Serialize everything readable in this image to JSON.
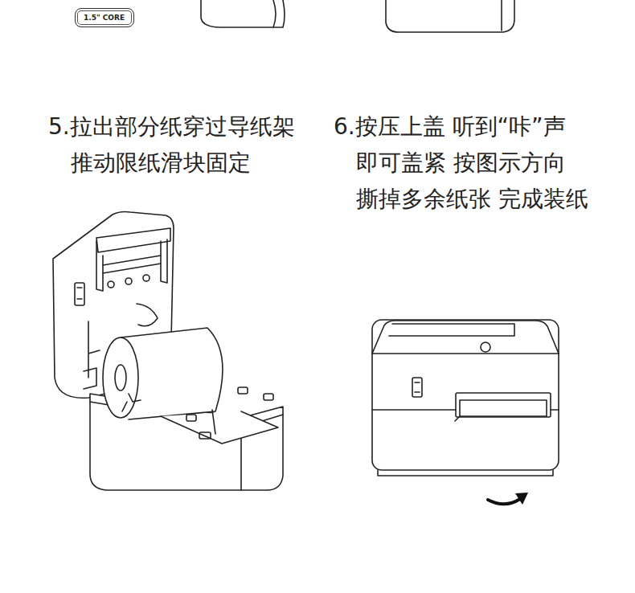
{
  "diagram": {
    "nodes": [
      {
        "text": [
          "1.5\" CORE"
        ]
      }
    ],
    "labels": [
      "5.拉出部分纸穿过导纸架 推动限纸滑块固定",
      "6.按压上盖 听到“咔”声 即可盖紧 按图示方向 撕掉多余纸张 完成装纸"
    ]
  }
}
